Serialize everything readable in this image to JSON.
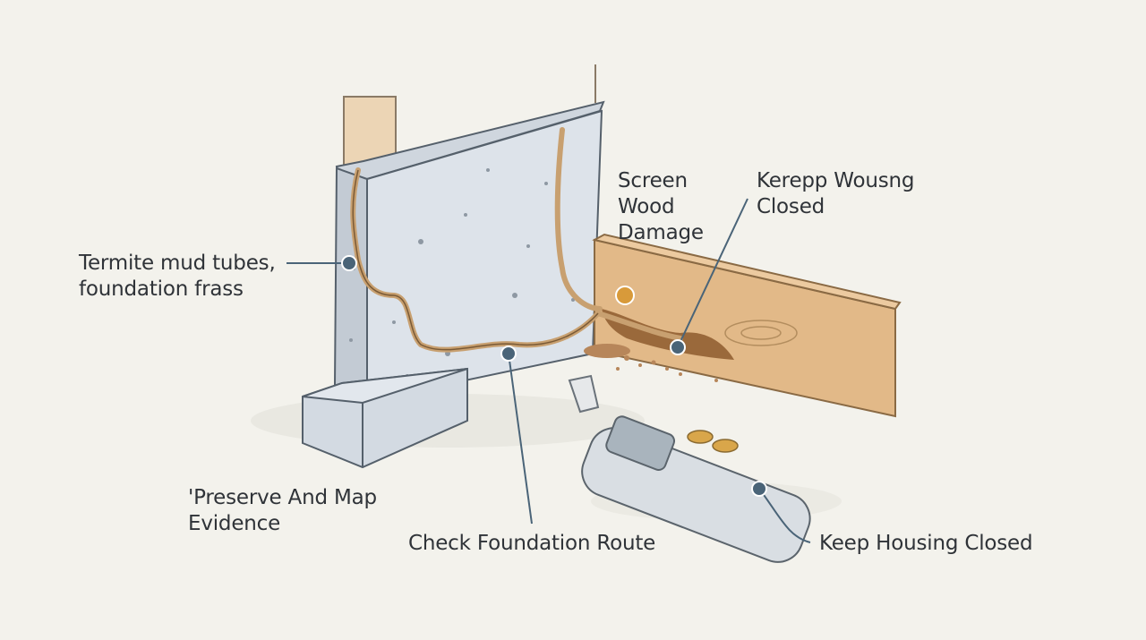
{
  "callouts": {
    "termite": {
      "line1": "Termite mud tubes,",
      "line2": "foundation frass"
    },
    "screen": {
      "line1": "Screen",
      "line2": "Wood",
      "line3": "Damage"
    },
    "kerepp": {
      "line1": "Kerepp Wousng",
      "line2": "Closed"
    },
    "preserve": {
      "line1": "'Preserve And Map",
      "line2": "Evidence"
    },
    "check_route": {
      "text": "Check Foundation Route"
    },
    "keep_housing": {
      "text": "Keep Housing Closed"
    }
  },
  "colors": {
    "background": "#f3f2ec",
    "concrete": "#d7dde4",
    "wood": "#e2b988",
    "mud_tube": "#c8a070",
    "leader": "#4a6478",
    "highlight_dot": "#d89a3a"
  }
}
